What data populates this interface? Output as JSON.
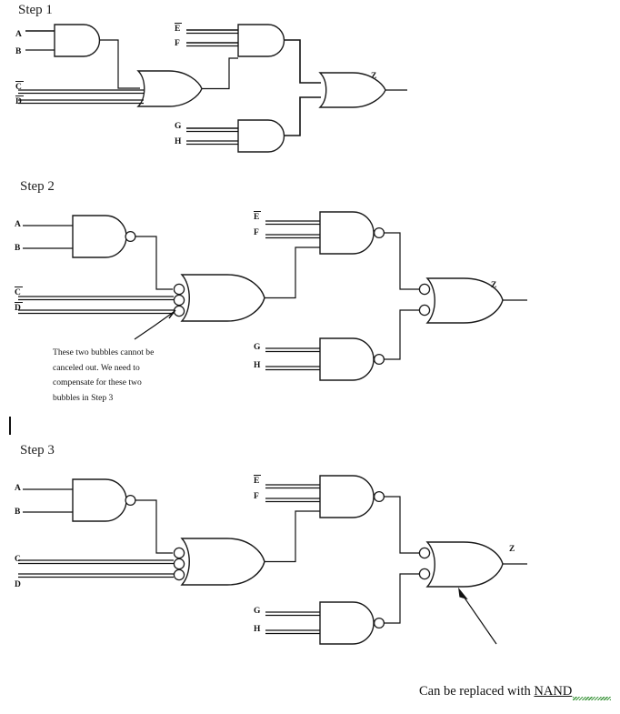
{
  "document": {
    "title": "NAND gate conversion worksheet",
    "background": "#ffffff",
    "ink": "#111111"
  },
  "steps": [
    {
      "id": "step-1",
      "title": "Step 1",
      "inputs": [
        "A",
        "B",
        "C",
        "D",
        "E",
        "F",
        "G",
        "H"
      ],
      "overbars": [
        "C",
        "D",
        "E"
      ],
      "output": "Z",
      "gates": [
        {
          "name": "and-ab",
          "type": "AND",
          "bubble": false
        },
        {
          "name": "or-cd",
          "type": "OR",
          "bubble": false
        },
        {
          "name": "and-ef",
          "type": "AND",
          "bubble": false
        },
        {
          "name": "and-gh",
          "type": "AND",
          "bubble": false
        },
        {
          "name": "or-final",
          "type": "OR",
          "bubble": false
        }
      ]
    },
    {
      "id": "step-2",
      "title": "Step 2",
      "inputs": [
        "A",
        "B",
        "C",
        "D",
        "E",
        "F",
        "G",
        "H"
      ],
      "overbars": [
        "C",
        "D",
        "E"
      ],
      "output": "Z",
      "gates": [
        {
          "name": "nand-ab",
          "type": "NAND",
          "bubble": true
        },
        {
          "name": "or-cd",
          "type": "OR",
          "bubble": false,
          "input_bubbles": 3
        },
        {
          "name": "nand-ef",
          "type": "NAND",
          "bubble": true
        },
        {
          "name": "nand-gh",
          "type": "NAND",
          "bubble": true
        },
        {
          "name": "or-final",
          "type": "OR",
          "bubble": false,
          "input_bubbles": 2
        }
      ],
      "annotation": "These two bubbles cannot be\ncanceled out. We need to\ncompensate for these two\nbubbles in Step 3"
    },
    {
      "id": "step-3",
      "title": "Step 3",
      "inputs": [
        "A",
        "B",
        "C",
        "D",
        "E",
        "F",
        "G",
        "H"
      ],
      "overbars": [
        "E"
      ],
      "output": "Z",
      "gates": [
        {
          "name": "nand-ab",
          "type": "NAND",
          "bubble": true
        },
        {
          "name": "or-cd",
          "type": "OR",
          "bubble": false,
          "input_bubbles": 3
        },
        {
          "name": "nand-ef",
          "type": "NAND",
          "bubble": true
        },
        {
          "name": "nand-gh",
          "type": "NAND",
          "bubble": true
        },
        {
          "name": "or-final",
          "type": "OR",
          "bubble": false,
          "input_bubbles": 2
        }
      ]
    }
  ],
  "caption": {
    "prefix": "Can be replaced with ",
    "highlight": "NAND",
    "highlight_underline_color": "#2f8f2f"
  },
  "labels": {
    "A": "A",
    "B": "B",
    "C": "C",
    "D": "D",
    "E": "E",
    "F": "F",
    "G": "G",
    "H": "H",
    "Z": "Z"
  }
}
